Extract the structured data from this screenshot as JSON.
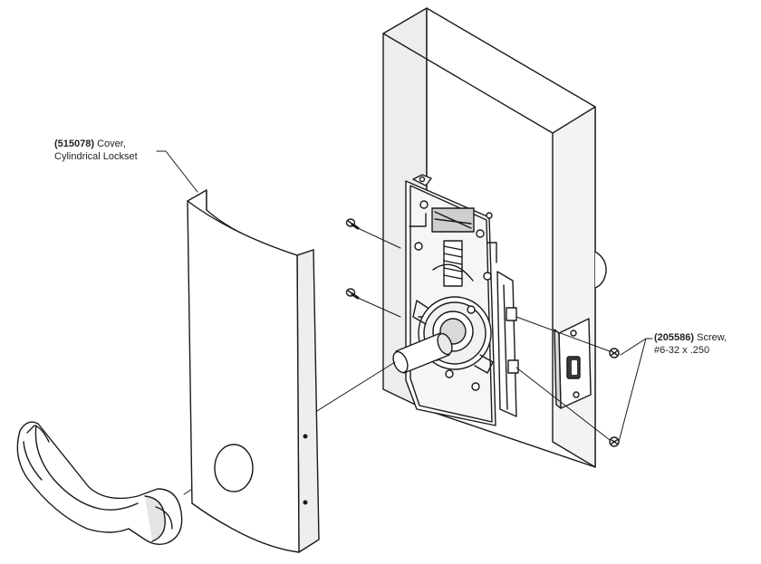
{
  "callouts": {
    "cover": {
      "part_number": "(515078)",
      "line1_rest": " Cover,",
      "line2": "Cylindrical Lockset"
    },
    "screw": {
      "part_number": "(205586)",
      "line1_rest": " Screw,",
      "line2": "#6-32 x .250"
    }
  },
  "colors": {
    "stroke": "#1a1a1a",
    "paper": "#ffffff",
    "shade": "#e6e6e6",
    "dark": "#3a3a3a"
  }
}
